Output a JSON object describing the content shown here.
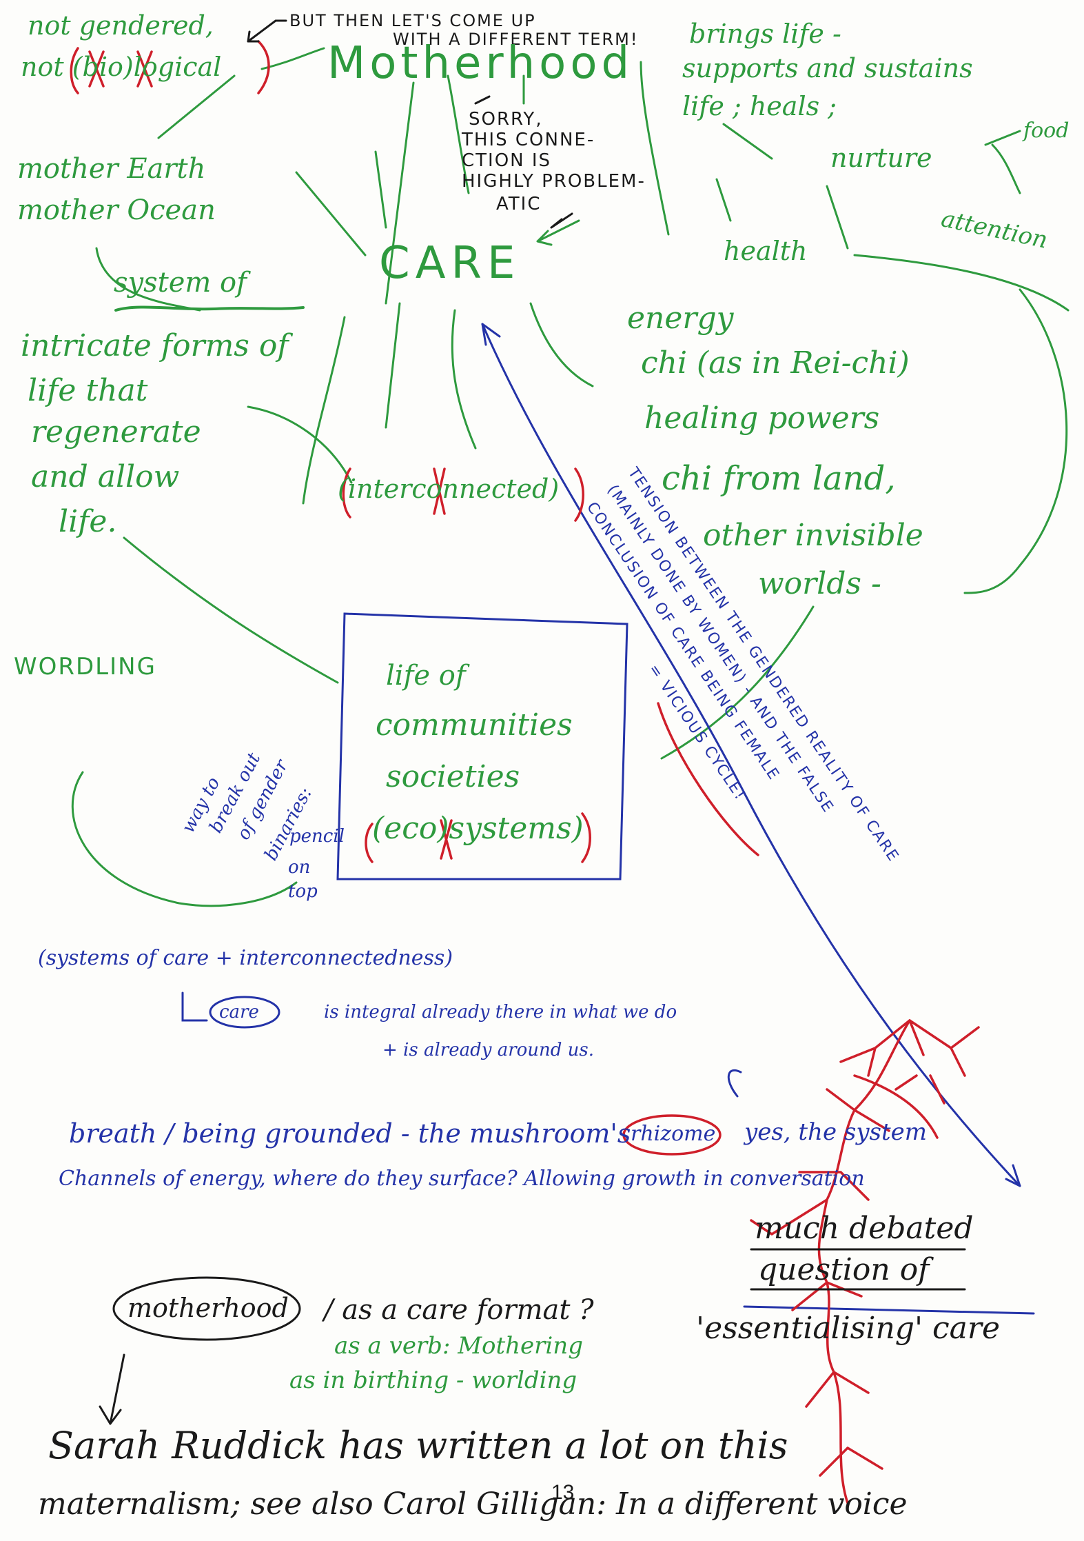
{
  "top_notes": {
    "not_gendered": "not gendered,",
    "not_biological": "not (bio)logical",
    "but_then": "BUT THEN LET'S COME UP",
    "different_term": "WITH A DIFFERENT TERM!",
    "motherhood": "Motherhood",
    "sorry": [
      "SORRY,",
      "THIS CONNE-",
      "CTION IS",
      "HIGHLY PROBLEM-",
      "ATIC"
    ]
  },
  "right_notes": {
    "brings_life": "brings life -",
    "supports": "supports and sustains",
    "life_heals": "life ; heals ;",
    "nurture": "nurture",
    "food": "food",
    "attention": "attention",
    "health": "health",
    "energy": "energy",
    "chi_reiki": "chi (as in Rei-chi)",
    "healing": "healing powers",
    "chi_land": "chi from land,",
    "other_invisible": "other invisible",
    "worlds": "worlds -"
  },
  "center": {
    "care": "CARE",
    "interconnected": "(interconnected)"
  },
  "left_notes": {
    "mother_earth": "mother Earth",
    "mother_ocean": "mother Ocean",
    "system_of": "system of",
    "lines": [
      "intricate forms of",
      "life that",
      "regenerate",
      "and allow",
      "life."
    ],
    "wordling": "WORDLING"
  },
  "box": {
    "lines": [
      "life of",
      "communities",
      "societies",
      "(eco)systems)"
    ]
  },
  "tension": {
    "lines": [
      "TENSION BETWEEN THE GENDERED REALITY OF CARE",
      "(MAINLY DONE BY WOMEN) - AND THE FALSE",
      "CONCLUSION OF CARE BEING FEMALE",
      "= VICIOUS CYCLE!"
    ]
  },
  "way_note": {
    "lines": [
      "way to",
      "break out",
      "of gender",
      "binaries:",
      "pencil",
      "on",
      "top"
    ]
  },
  "bottom_notes": {
    "systems_line": "(systems of care + interconnectedness)",
    "care_word": "care",
    "integral": "is integral already there in what we do",
    "integral2": "+ is already around us.",
    "breath": "breath / being grounded - the mushroom's",
    "rhizome": "rhizome",
    "yes_system": "yes, the system",
    "channels": "Channels of energy, where do they surface? Allowing growth in conversation",
    "much_debated": "much debated",
    "question_of": "question of",
    "essentialising": "'essentialising' care",
    "motherhood_circle": "motherhood",
    "as_care_format": "/ as a care format ?",
    "as_verb": "as a verb: Mothering",
    "birthing": "as in birthing - worlding",
    "sarah": "Sarah Ruddick has written a lot on this",
    "maternalism": "maternalism; see also Carol Gilligan: In a different voice",
    "page_number": "13"
  },
  "colors": {
    "green": "#2e9a3e",
    "blue": "#2433a8",
    "red": "#cf1f2a",
    "black": "#1a1a1a"
  }
}
